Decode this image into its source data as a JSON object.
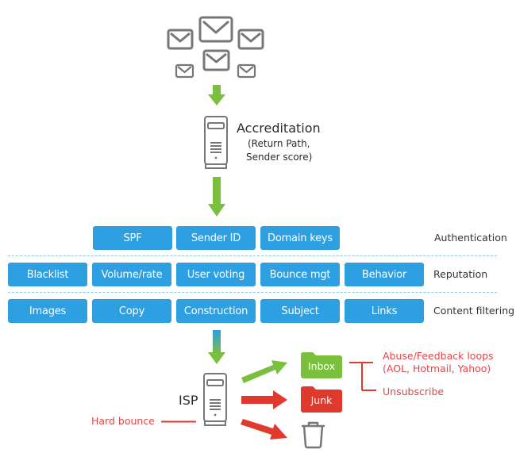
{
  "colors": {
    "pill_blue": "#2e9fe0",
    "arrow_green": "#7bbf3f",
    "arrow_red": "#e03a2e",
    "icon_gray": "#777777",
    "annotation_red": "#e0474a",
    "dash_blue": "#8ec7ea"
  },
  "icons": {
    "emails": "envelope-icon",
    "server": "server-icon",
    "trash": "trash-icon",
    "folder": "folder-icon"
  },
  "accreditation": {
    "title": "Accreditation",
    "subtitle_line1": "(Return Path,",
    "subtitle_line2": "Sender score)"
  },
  "rows": [
    {
      "label": "Authentication",
      "items": [
        "SPF",
        "Sender ID",
        "Domain keys"
      ]
    },
    {
      "label": "Reputation",
      "items": [
        "Blacklist",
        "Volume/rate",
        "User voting",
        "Bounce mgt",
        "Behavior"
      ]
    },
    {
      "label": "Content filtering",
      "items": [
        "Images",
        "Copy",
        "Construction",
        "Subject",
        "Links"
      ]
    }
  ],
  "isp": {
    "label": "ISP",
    "hard_bounce": "Hard bounce"
  },
  "destinations": {
    "inbox": "Inbox",
    "junk": "Junk"
  },
  "annotations": {
    "feedback_line1": "Abuse/Feedback loops",
    "feedback_line2": "(AOL, Hotmail, Yahoo)",
    "unsubscribe": "Unsubscribe"
  }
}
